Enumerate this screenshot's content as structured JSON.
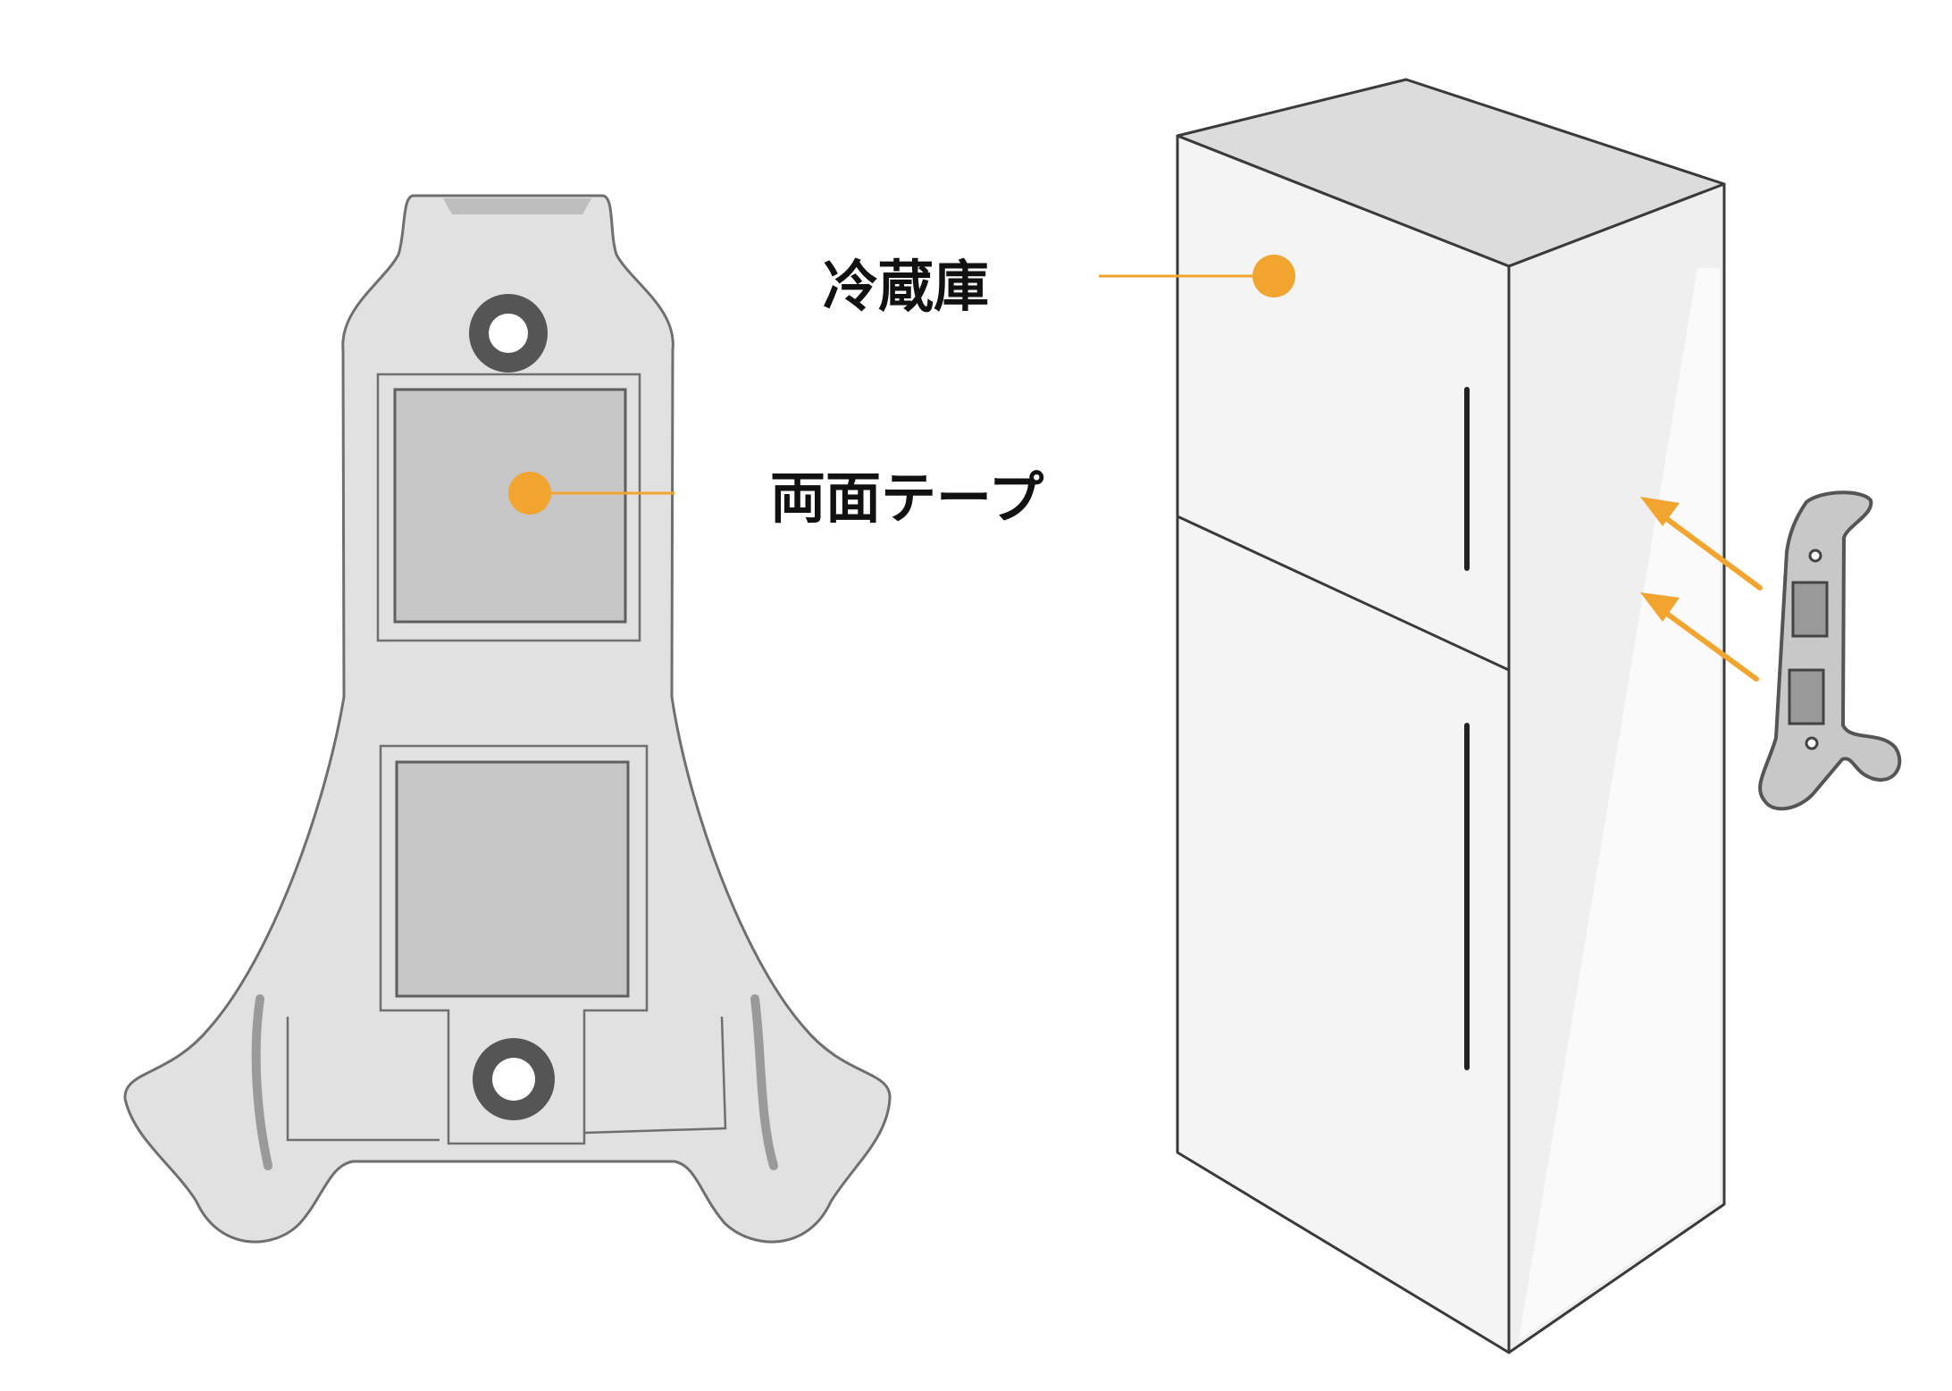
{
  "labels": {
    "tape": "両面テープ",
    "refrigerator": "冷蔵庫"
  },
  "colors": {
    "accent": "#F2A52E",
    "bracket_fill": "#E1E1E1",
    "bracket_stroke": "#6F6F6F",
    "tape_fill": "#C6C6C6",
    "screw_ring": "#555555",
    "fridge_front": "#F4F4F4",
    "fridge_side": "#EFEFEF",
    "fridge_top": "#DCDCDC",
    "outline": "#3A3A3A"
  },
  "icons": {
    "bracket": "wall-mount-bracket",
    "refrigerator": "refrigerator",
    "arrow": "attach-arrow"
  }
}
